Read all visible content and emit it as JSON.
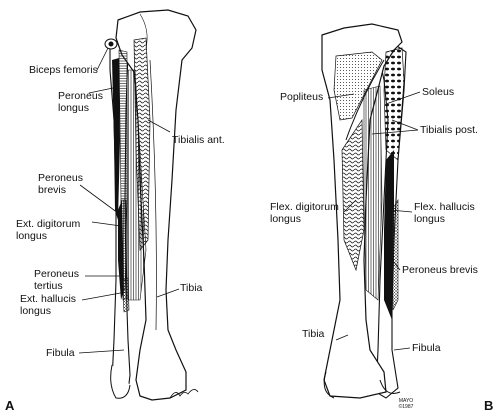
{
  "figure": {
    "panels": [
      {
        "letter": "A",
        "view": "anterior",
        "labels": {
          "biceps_femoris": "Biceps femoris",
          "peroneus_longus_1": "Peroneus",
          "peroneus_longus_2": "longus",
          "tibialis_ant": "Tibialis ant.",
          "peroneus_brevis_1": "Peroneus",
          "peroneus_brevis_2": "brevis",
          "ext_digitorum_1": "Ext. digitorum",
          "ext_digitorum_2": "longus",
          "peroneus_tertius_1": "Peroneus",
          "peroneus_tertius_2": "tertius",
          "ext_hallucis_1": "Ext. hallucis",
          "ext_hallucis_2": "longus",
          "tibia": "Tibia",
          "fibula": "Fibula"
        }
      },
      {
        "letter": "B",
        "view": "posterior",
        "labels": {
          "popliteus": "Popliteus",
          "soleus": "Soleus",
          "tibialis_post": "Tibialis post.",
          "flex_digitorum_1": "Flex. digitorum",
          "flex_digitorum_2": "longus",
          "flex_hallucis_1": "Flex. hallucis",
          "flex_hallucis_2": "longus",
          "peroneus_brevis": "Peroneus brevis",
          "tibia": "Tibia",
          "fibula": "Fibula"
        },
        "credit_line_1": "MAYO",
        "credit_line_2": "©1987"
      }
    ]
  }
}
